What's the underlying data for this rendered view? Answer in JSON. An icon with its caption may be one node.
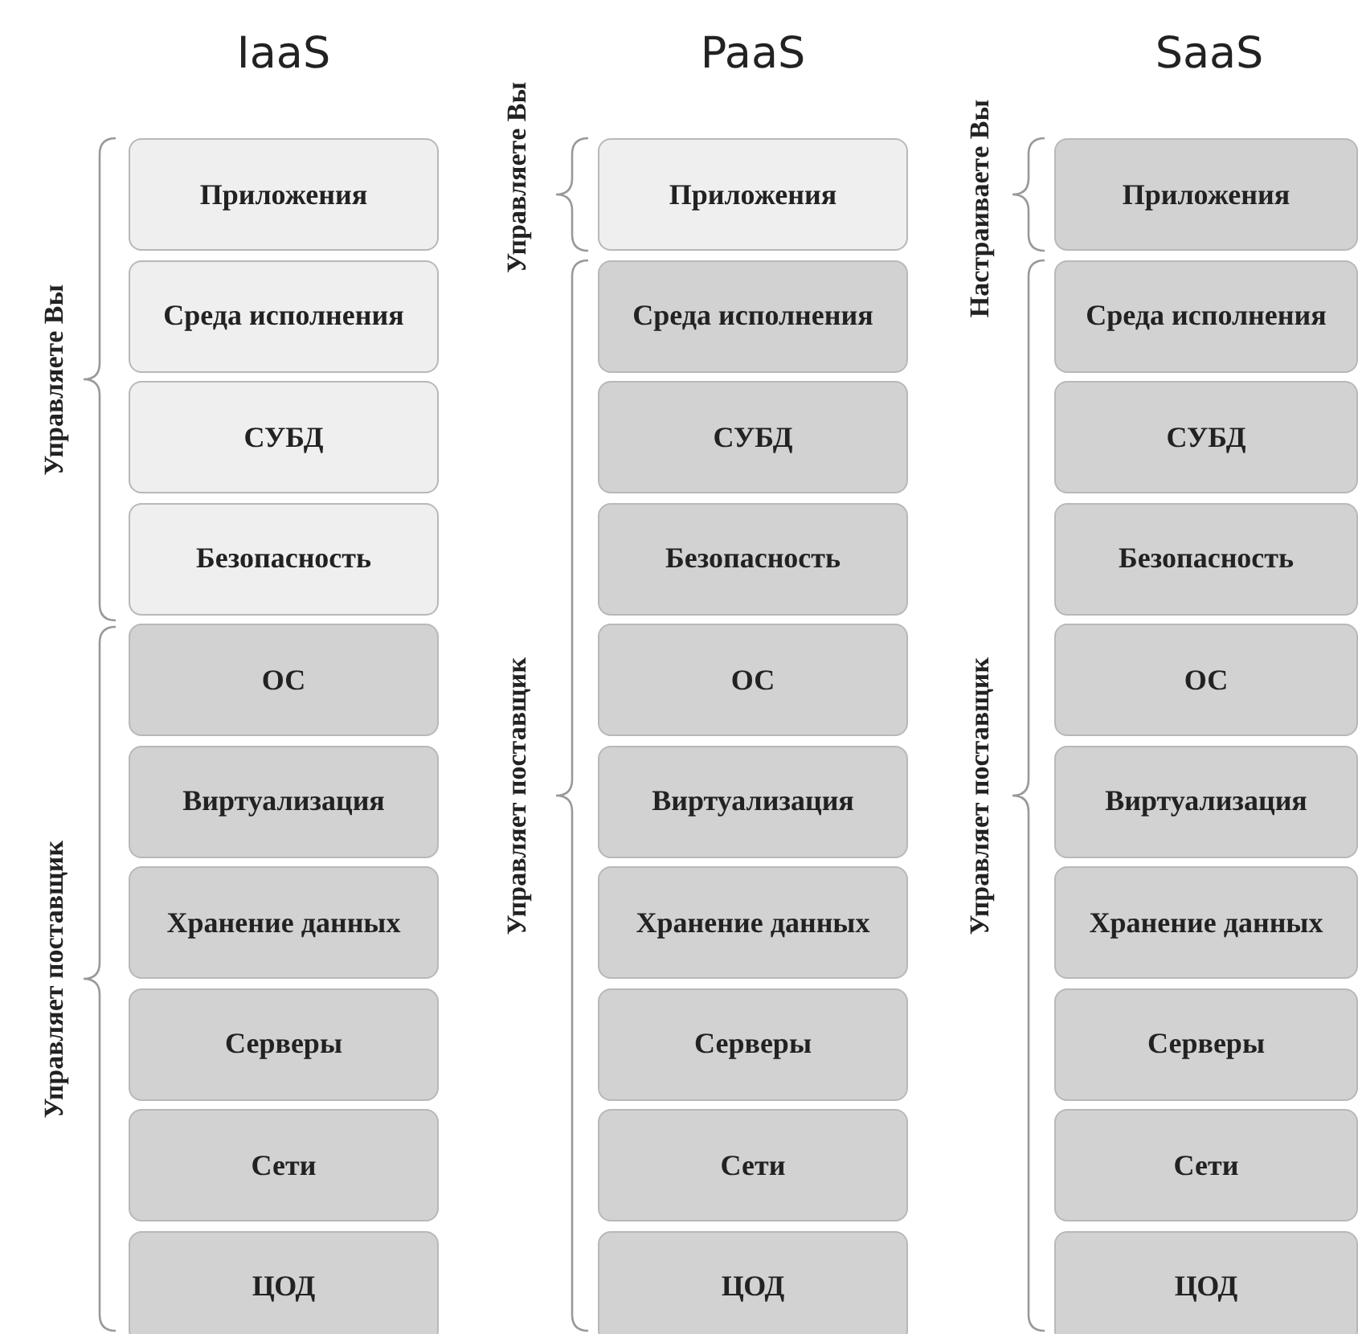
{
  "diagram": {
    "nodes": [
      {
        "text": [
          "Приложения"
        ]
      },
      {
        "text": [
          "Среда исполнения"
        ]
      },
      {
        "text": [
          "СУБД"
        ]
      },
      {
        "text": [
          "Безопасность"
        ]
      },
      {
        "text": [
          "ОС"
        ]
      },
      {
        "text": [
          "Виртуализация"
        ]
      },
      {
        "text": [
          "Хранение данных"
        ]
      },
      {
        "text": [
          "Серверы"
        ]
      },
      {
        "text": [
          "Сети"
        ]
      },
      {
        "text": [
          "ЦОД"
        ]
      },
      {
        "text": [
          "Приложения"
        ]
      },
      {
        "text": [
          "Среда исполнения"
        ]
      },
      {
        "text": [
          "СУБД"
        ]
      },
      {
        "text": [
          "Безопасность"
        ]
      },
      {
        "text": [
          "ОС"
        ]
      },
      {
        "text": [
          "Виртуализация"
        ]
      },
      {
        "text": [
          "Хранение данных"
        ]
      },
      {
        "text": [
          "Серверы"
        ]
      },
      {
        "text": [
          "Сети"
        ]
      },
      {
        "text": [
          "ЦОД"
        ]
      },
      {
        "text": [
          "Приложения"
        ]
      },
      {
        "text": [
          "Среда исполнения"
        ]
      },
      {
        "text": [
          "СУБД"
        ]
      },
      {
        "text": [
          "Безопасность"
        ]
      },
      {
        "text": [
          "ОС"
        ]
      },
      {
        "text": [
          "Виртуализация"
        ]
      },
      {
        "text": [
          "Хранение данных"
        ]
      },
      {
        "text": [
          "Серверы"
        ]
      },
      {
        "text": [
          "Сети"
        ]
      },
      {
        "text": [
          "ЦОД"
        ]
      }
    ],
    "edges": [],
    "labels": [
      "IaaS",
      "PaaS",
      "SaaS",
      "Управляете Вы",
      "Управляете Вы",
      "Настраиваете Вы",
      "Управляет поставщик",
      "Управляет поставщик",
      "Управляет поставщик"
    ]
  }
}
